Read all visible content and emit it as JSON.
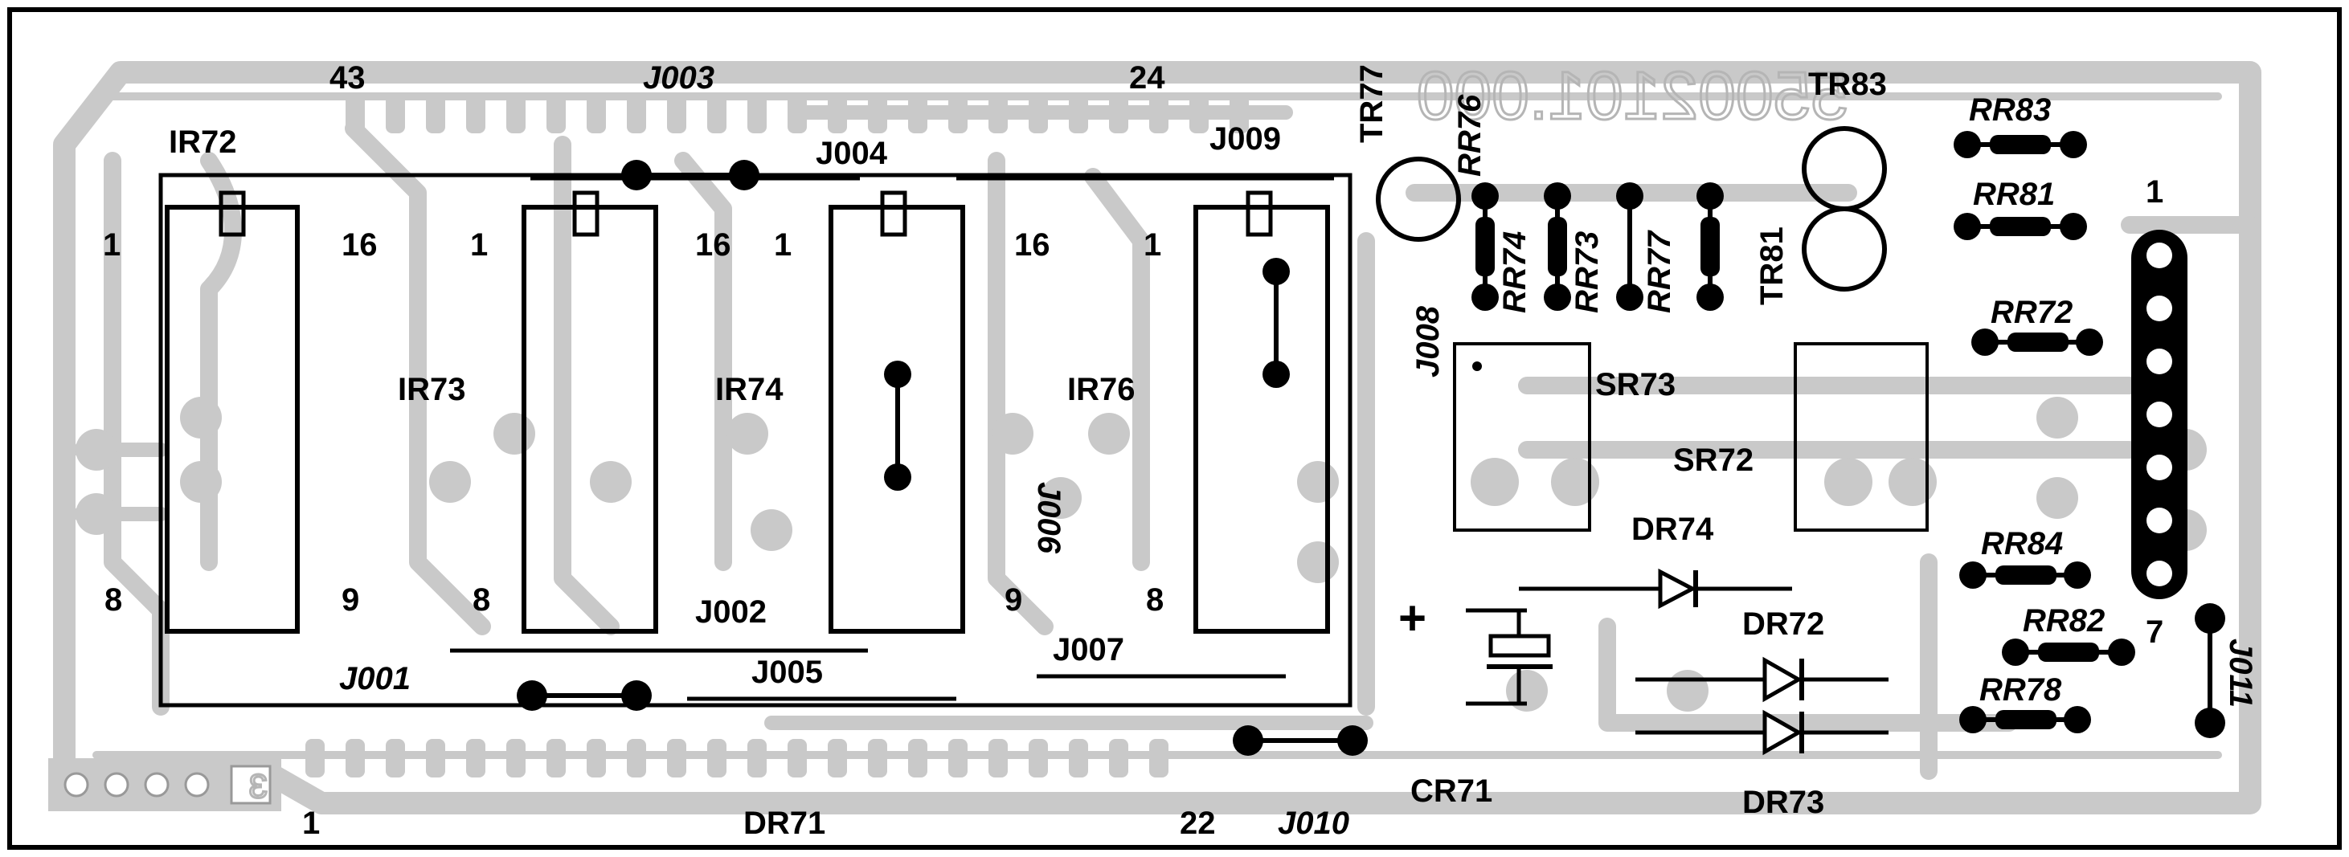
{
  "board": {
    "mirror_text": "55002101.000",
    "pin_numbers": {
      "top_left": "43",
      "top_right": "24",
      "bottom_left": "1",
      "bottom_right": "22",
      "header_first": "1",
      "header_last": "7"
    },
    "ics": [
      {
        "ref": "IR72",
        "pin1": "1",
        "pin8": "8",
        "pin9": "9",
        "pin16": "16"
      },
      {
        "ref": "IR73",
        "pin1": "1",
        "pin8": "8",
        "pin16": "16"
      },
      {
        "ref": "IR74",
        "pin1": "1",
        "pin9": "9",
        "pin16": "16"
      },
      {
        "ref": "IR76",
        "pin1": "1",
        "pin8": "8"
      }
    ],
    "jumpers": [
      "J001",
      "J002",
      "J003",
      "J004",
      "J005",
      "J006",
      "J007",
      "J008",
      "J009",
      "J010",
      "J011"
    ],
    "resistors": [
      "RR76",
      "RR74",
      "RR73",
      "RR77",
      "RR83",
      "RR81",
      "RR72",
      "RR84",
      "RR82",
      "RR78"
    ],
    "transistors": [
      "TR77",
      "TR81",
      "TR83"
    ],
    "switches": [
      "SR73",
      "SR72"
    ],
    "diodes": [
      "DR74",
      "DR72",
      "DR73"
    ],
    "capacitor": {
      "ref": "CR71",
      "polarity": "+"
    },
    "connector": {
      "ref": "DR71",
      "tag": "3"
    }
  }
}
